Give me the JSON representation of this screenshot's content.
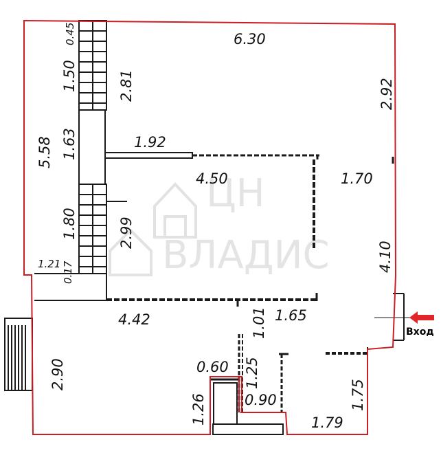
{
  "colors": {
    "boundary": "#c81e24",
    "wall": "#1a1a1a",
    "arrow": "#e0262b",
    "watermark": "#cfcfcf"
  },
  "watermark": {
    "line1": "ЦН",
    "line2": "ВЛАДИС"
  },
  "entrance": {
    "label": "Вход",
    "arrow_icon": "left-arrow-icon"
  },
  "dimensions": {
    "top_width": "6.30",
    "left_height": "5.58",
    "stair_top_gap": "0.45",
    "stair_upper_run": "1.50",
    "stair_upper_depth": "2.81",
    "landing": "1.63",
    "stair_lower_run": "1.80",
    "stair_lower_depth": "2.99",
    "partition_upper": "1.92",
    "room_width": "4.50",
    "right_upper": "2.92",
    "corridor": "1.70",
    "right_lower": "4.10",
    "left_step": "1.21",
    "left_step_small": "0.17",
    "bottom_room_width": "4.42",
    "door_gap": "1.01",
    "bottom_right_gap": "1.65",
    "left_lower": "2.90",
    "wc_width": "0.60",
    "wc_depth": "1.25",
    "wc_height": "1.26",
    "shower_width": "0.90",
    "right_lower_depth": "1.75",
    "bottom_right_width": "1.79"
  }
}
